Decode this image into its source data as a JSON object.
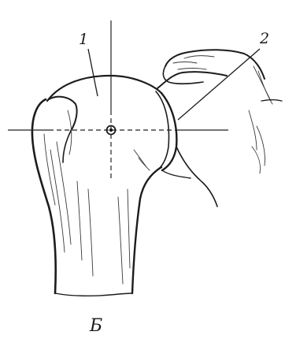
{
  "figure": {
    "labels": {
      "humeral_head": "1",
      "glenoid": "2"
    },
    "caption": "Б"
  }
}
